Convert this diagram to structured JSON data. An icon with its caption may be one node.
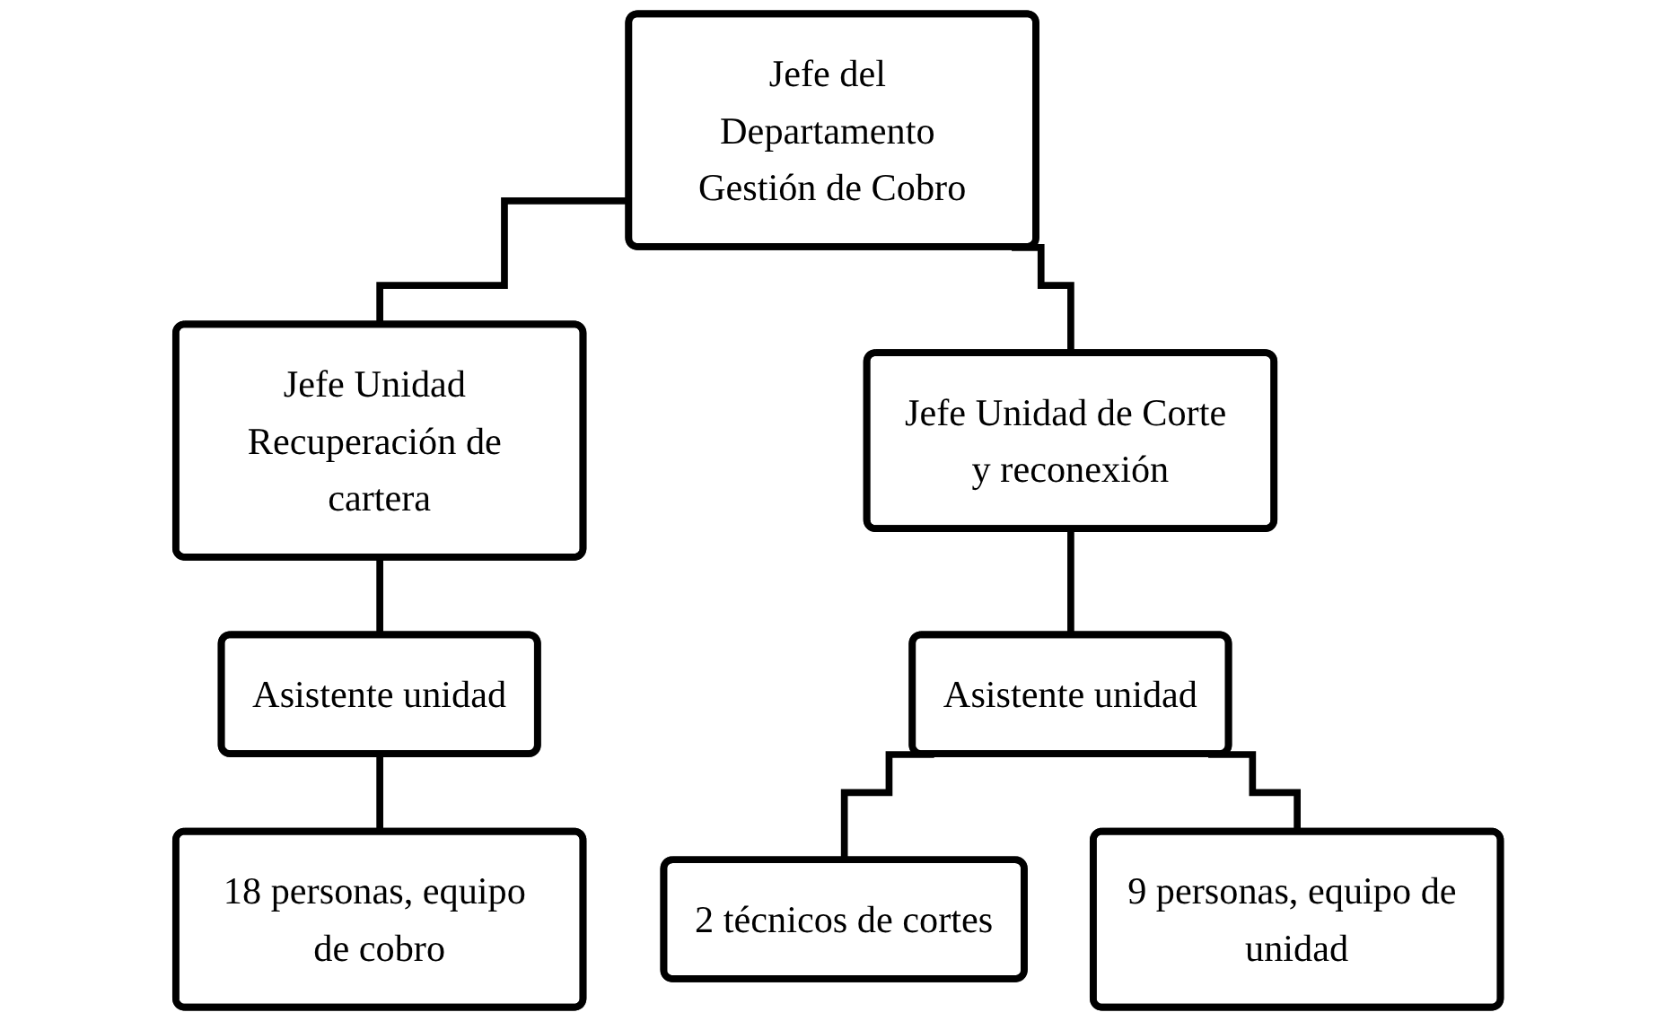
{
  "diagram": {
    "nodes": [
      {
        "text": [
          "Jefe del Departamento Gestión de Cobro"
        ]
      },
      {
        "text": [
          "Jefe Unidad Recuperación de cartera"
        ]
      },
      {
        "text": [
          "Jefe Unidad de Corte y reconexión"
        ]
      },
      {
        "text": [
          "Asistente unidad"
        ]
      },
      {
        "text": [
          "Asistente unidad"
        ]
      },
      {
        "text": [
          "18 personas, equipo de cobro"
        ]
      },
      {
        "text": [
          "2 técnicos de cortes"
        ]
      },
      {
        "text": [
          "9 personas, equipo de unidad"
        ]
      }
    ],
    "edges": [
      {
        "from": 0,
        "to": 1,
        "arrow": "none"
      },
      {
        "from": 0,
        "to": 2,
        "arrow": "none"
      },
      {
        "from": 1,
        "to": 3,
        "arrow": "none"
      },
      {
        "from": 2,
        "to": 4,
        "arrow": "none"
      },
      {
        "from": 3,
        "to": 5,
        "arrow": "none"
      },
      {
        "from": 4,
        "to": 6,
        "arrow": "none"
      },
      {
        "from": 4,
        "to": 7,
        "arrow": "none"
      }
    ]
  }
}
